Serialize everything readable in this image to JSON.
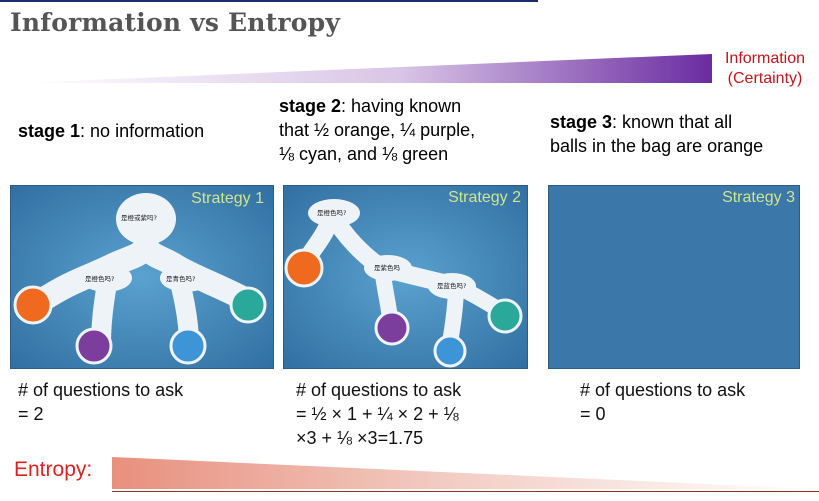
{
  "title": "Information vs Entropy",
  "information_label": [
    "Information",
    "(Certainty)"
  ],
  "stages": [
    {
      "name": "stage 1",
      "text": ": no information"
    },
    {
      "name": "stage 2",
      "text_lines": [
        ": having known",
        "that ½ orange, ¼ purple,",
        "⅛ cyan, and ⅛ green"
      ]
    },
    {
      "name": "stage 3",
      "text_lines": [
        ": known that all",
        "balls in the bag are orange"
      ]
    }
  ],
  "strategies": [
    {
      "label": "Strategy 1",
      "questions_lines": [
        "# of questions to ask",
        "= 2"
      ],
      "tree_questions": [
        "是橙或紫吗?",
        "是橙色吗?",
        "是青色吗?"
      ]
    },
    {
      "label": "Strategy 2",
      "questions_lines": [
        "# of questions to ask",
        "= ½ × 1 + ¼ × 2 + ⅛",
        "×3 + ⅛ ×3=1.75"
      ],
      "tree_questions": [
        "是橙色吗?",
        "是紫色吗",
        "是蓝色吗?"
      ]
    },
    {
      "label": "Strategy 3",
      "questions_lines": [
        "# of questions to ask",
        "= 0"
      ]
    }
  ],
  "entropy_label": "Entropy:",
  "colors": {
    "information_gradient_end": "#6a2ca0",
    "information_label": "#c0161d",
    "entropy_label": "#dd2222",
    "entropy_gradient_start": "#e8907e",
    "panel_bg": "#3a7eb0",
    "strategy_label": "#cfe58c",
    "ball_orange": "#ef6a1e",
    "ball_purple": "#7b3e9c",
    "ball_cyan": "#2aa89a",
    "ball_blue": "#3d94d6"
  }
}
